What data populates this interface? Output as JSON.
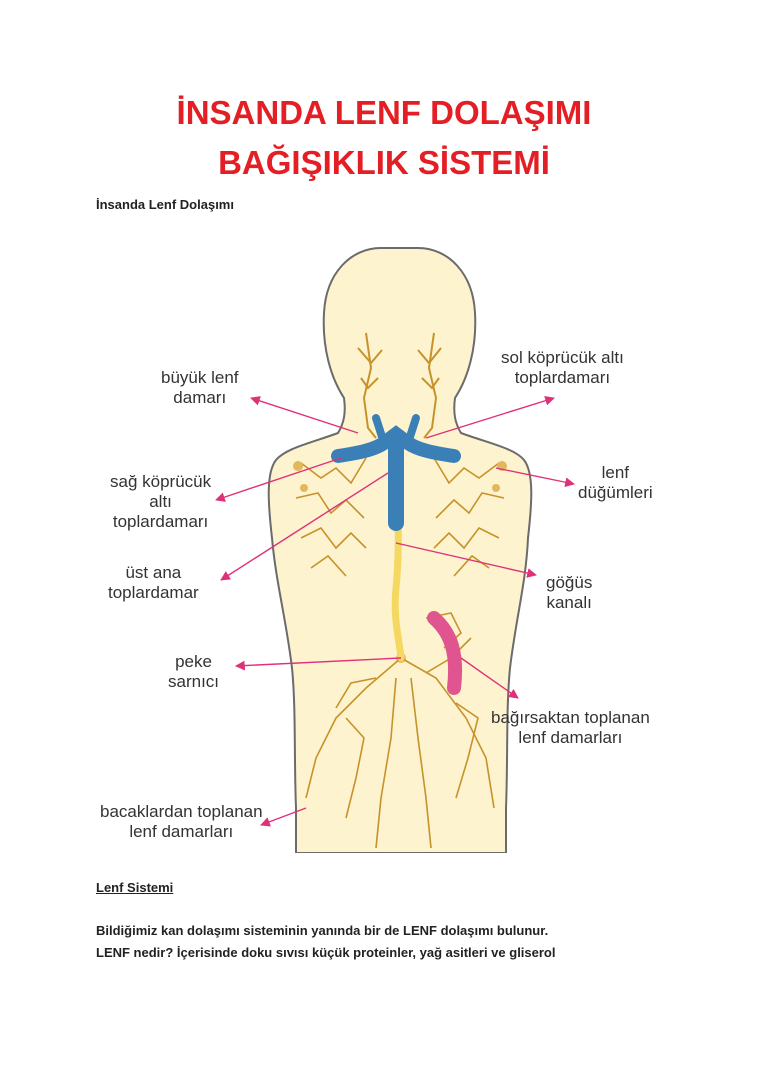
{
  "document": {
    "title_line1": "İNSANDA LENF DOLAŞIMI",
    "title_line2": "BAĞIŞIKLIK SİSTEMİ",
    "subtitle": "İnsanda Lenf Dolaşımı"
  },
  "figure": {
    "labels": {
      "buyuk_lenf_damari": [
        "büyük lenf",
        "damarı"
      ],
      "sag_kopruculuk": [
        "sağ köprücük",
        "altı",
        "toplardamarı"
      ],
      "ust_ana_toplardamar": [
        "üst ana",
        "toplardamar"
      ],
      "peke_sarnici": [
        "peke",
        "sarnıcı"
      ],
      "bacaklardan": [
        "bacaklardan toplanan",
        "lenf damarları"
      ],
      "sol_kopruculuk": [
        "sol köprücük altı",
        "toplardamarı"
      ],
      "lenf_dugumleri": [
        "lenf",
        "düğümleri"
      ],
      "gogus_kanali": [
        "göğüs",
        "kanalı"
      ],
      "bagirsaktan": [
        "bağırsaktan toplanan",
        "lenf damarları"
      ]
    },
    "colors": {
      "body": "#fdf3cf",
      "body_outline": "#6b6b6b",
      "vessels": "#c8922a",
      "thoracic_duct": "#f5d860",
      "veins": "#3a7fb5",
      "intestine": "#e0558f",
      "arrows": "#e0307a"
    }
  },
  "content": {
    "section_heading": "Lenf Sistemi",
    "paragraph_line1": "Bildiğimiz kan dolaşımı sisteminin yanında bir de LENF dolaşımı bulunur.",
    "paragraph_line2": "LENF nedir? İçerisinde doku sıvısı küçük proteinler, yağ asitleri ve gliserol"
  }
}
